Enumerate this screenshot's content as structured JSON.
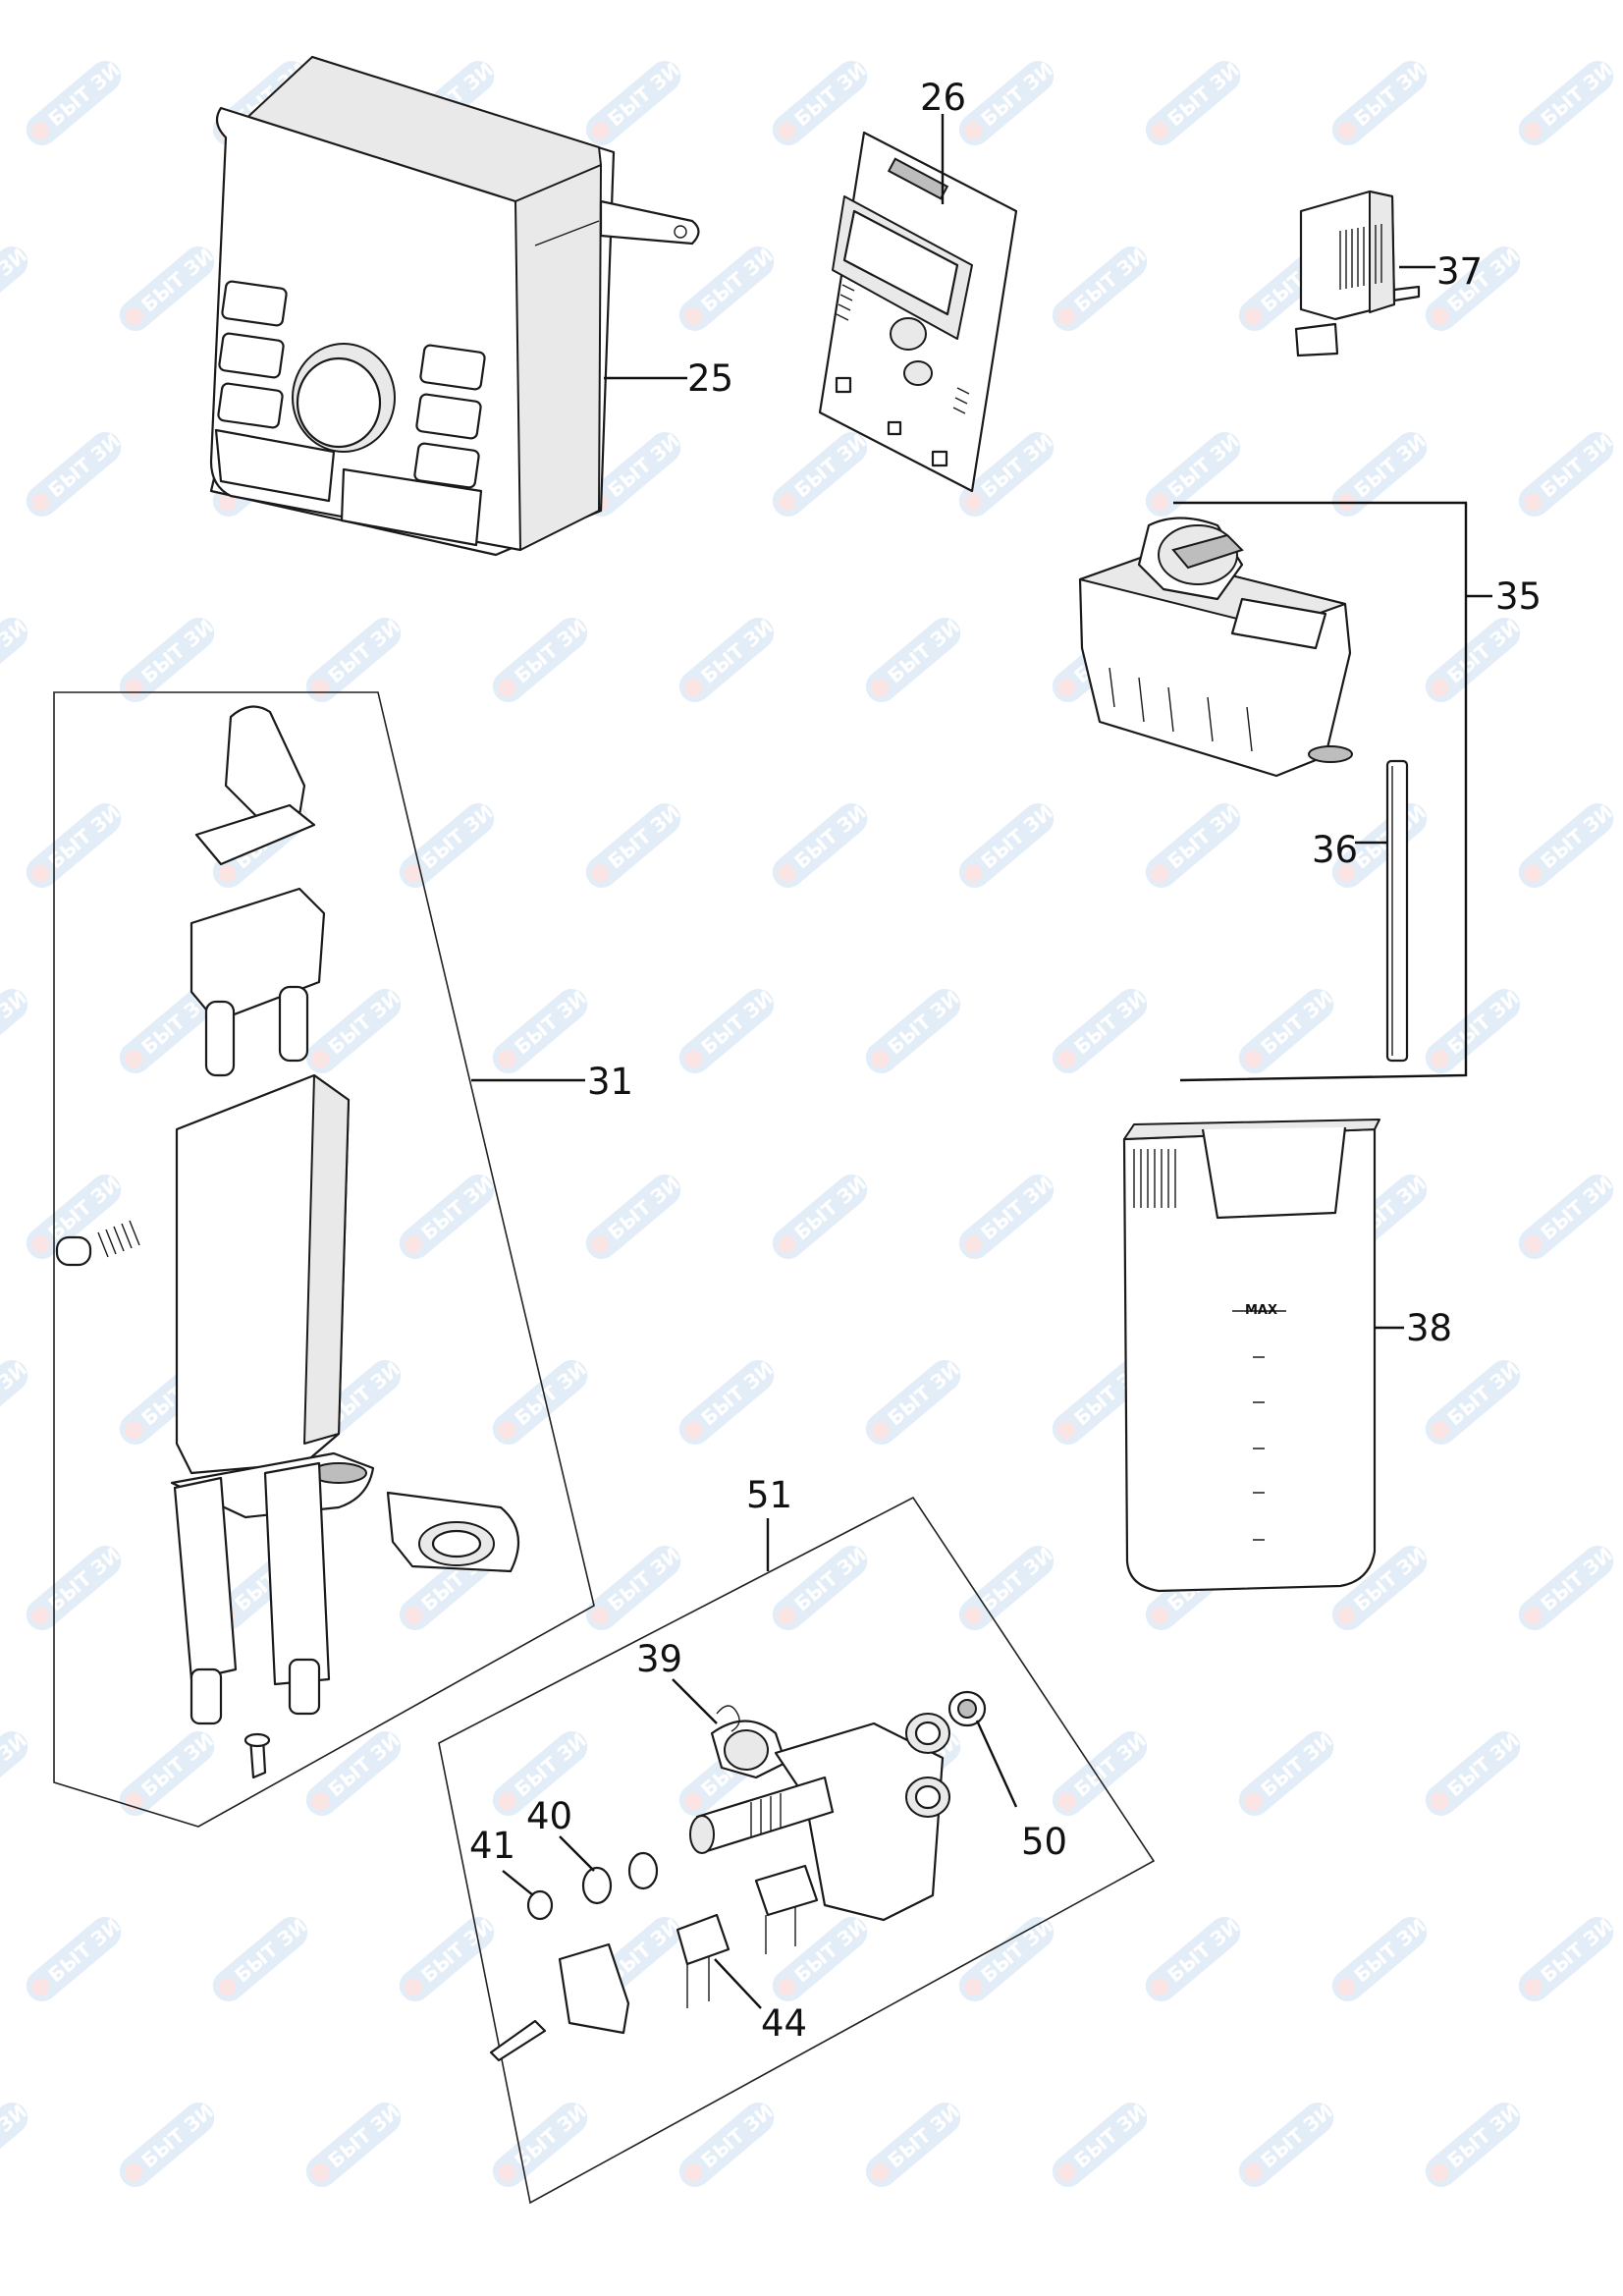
{
  "watermark": {
    "text": "БЫТ ЗИП"
  },
  "callouts": {
    "p25": "25",
    "p26": "26",
    "p31": "31",
    "p35": "35",
    "p36": "36",
    "p37": "37",
    "p38": "38",
    "p39": "39",
    "p40": "40",
    "p41": "41",
    "p44": "44",
    "p50": "50",
    "p51": "51"
  },
  "tank_marking": "MAX"
}
